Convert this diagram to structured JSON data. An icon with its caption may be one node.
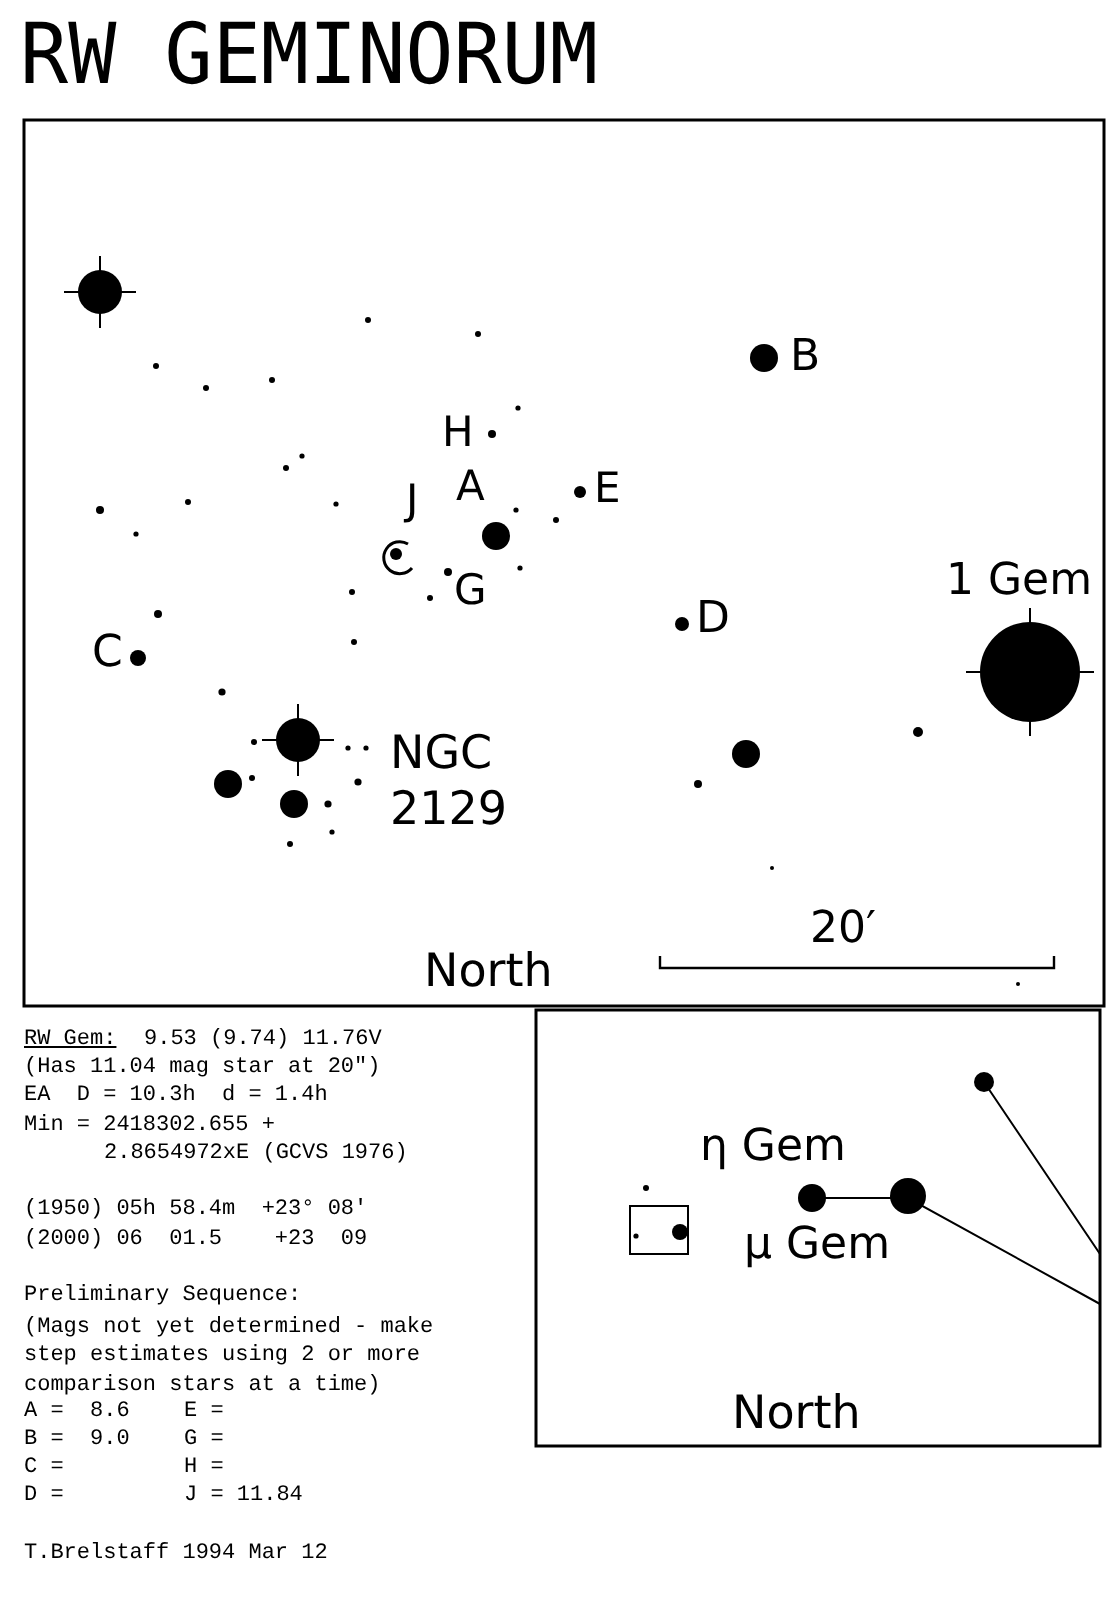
{
  "diagram": {
    "title": "RW GEMINORUM",
    "labels": [
      "B",
      "H",
      "J",
      "A",
      "E",
      "G",
      "1 Gem",
      "D",
      "C",
      "NGC 2129",
      "20′",
      "North",
      "RW Gem:",
      "9.53 (9.74) 11.76V",
      "(Has 11.04 mag star at 20\")",
      "EA  D = 10.3h  d = 1.4h",
      "Min = 2418302.655 +",
      "2.8654972xE (GCVS 1976)",
      "(1950) 05h 58.4m  +23° 08'",
      "(2000) 06  01.5    +23  09",
      "η Gem",
      "μ Gem",
      "North",
      "Preliminary Sequence:",
      "(Mags not yet determined - make step estimates using 2 or more comparison stars at a time)",
      "A =  8.6",
      "E =",
      "B =  9.0",
      "G =",
      "C =",
      "H =",
      "D =",
      "J = 11.84",
      "T.Brelstaff 1994 Mar 12"
    ]
  }
}
